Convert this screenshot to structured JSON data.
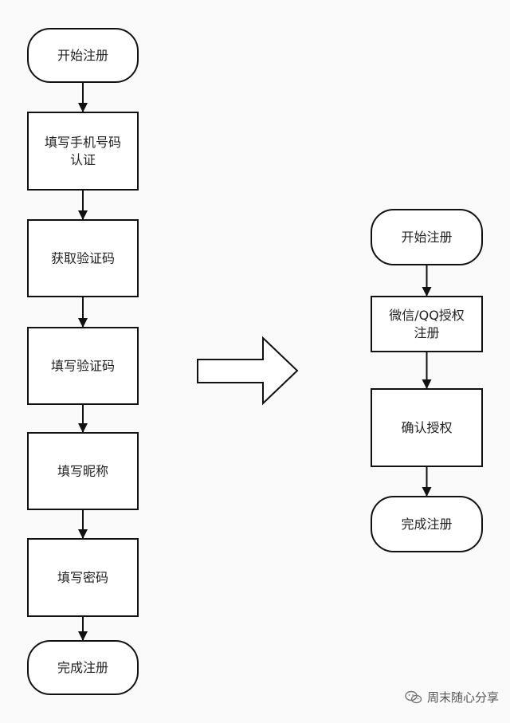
{
  "left_flow": {
    "steps": [
      {
        "shape": "terminal",
        "lines": [
          "开始注册"
        ]
      },
      {
        "shape": "process",
        "lines": [
          "填写手机号码",
          "认证"
        ]
      },
      {
        "shape": "process",
        "lines": [
          "获取验证码"
        ]
      },
      {
        "shape": "process",
        "lines": [
          "填写验证码"
        ]
      },
      {
        "shape": "process",
        "lines": [
          "填写昵称"
        ]
      },
      {
        "shape": "process",
        "lines": [
          "填写密码"
        ]
      },
      {
        "shape": "terminal",
        "lines": [
          "完成注册"
        ]
      }
    ]
  },
  "right_flow": {
    "steps": [
      {
        "shape": "terminal",
        "lines": [
          "开始注册"
        ]
      },
      {
        "shape": "process",
        "lines": [
          "微信/QQ授权",
          "注册"
        ]
      },
      {
        "shape": "process",
        "lines": [
          "确认授权"
        ]
      },
      {
        "shape": "terminal",
        "lines": [
          "完成注册"
        ]
      }
    ]
  },
  "watermark": {
    "icon": "wechat-icon",
    "text": "周末随心分享"
  }
}
